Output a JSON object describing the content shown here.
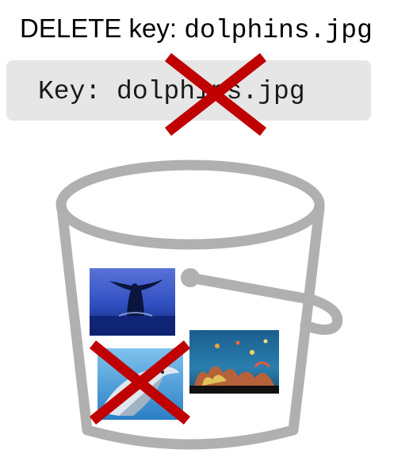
{
  "title": {
    "prefix": "DELETE key: ",
    "filename": "dolphins.jpg"
  },
  "key_box": {
    "text": "Key: dolphins.jpg",
    "status": "deleted"
  },
  "bucket": {
    "objects": [
      {
        "name": "whale-tail-image",
        "status": "kept"
      },
      {
        "name": "aquarium-image",
        "status": "kept"
      },
      {
        "name": "dolphin-image",
        "status": "deleted"
      }
    ]
  },
  "colors": {
    "cross": "#c00000",
    "bucket": "#b0b0b0",
    "key_box_bg": "#e6e6e6"
  }
}
